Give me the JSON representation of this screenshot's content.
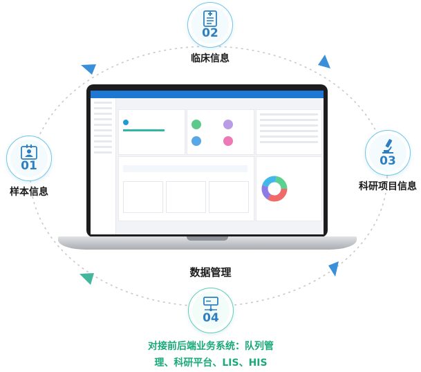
{
  "nodes": {
    "n02": {
      "number": "02",
      "label": "临床信息"
    },
    "n01": {
      "number": "01",
      "label": "样本信息"
    },
    "n03": {
      "number": "03",
      "label": "科研项目信息"
    },
    "n04": {
      "number": "04",
      "label_line1": "对接前后端业务系统：队列管",
      "label_line2": "理、科研平台、LIS、HIS"
    }
  },
  "center_label": "数据管理",
  "colors": {
    "ring": "#c8c8c8",
    "arrow_blue": "#3a8fd9",
    "arrow_teal": "#43b79b",
    "accent": "#2f7fbf",
    "green_text": "#1aa97a"
  }
}
